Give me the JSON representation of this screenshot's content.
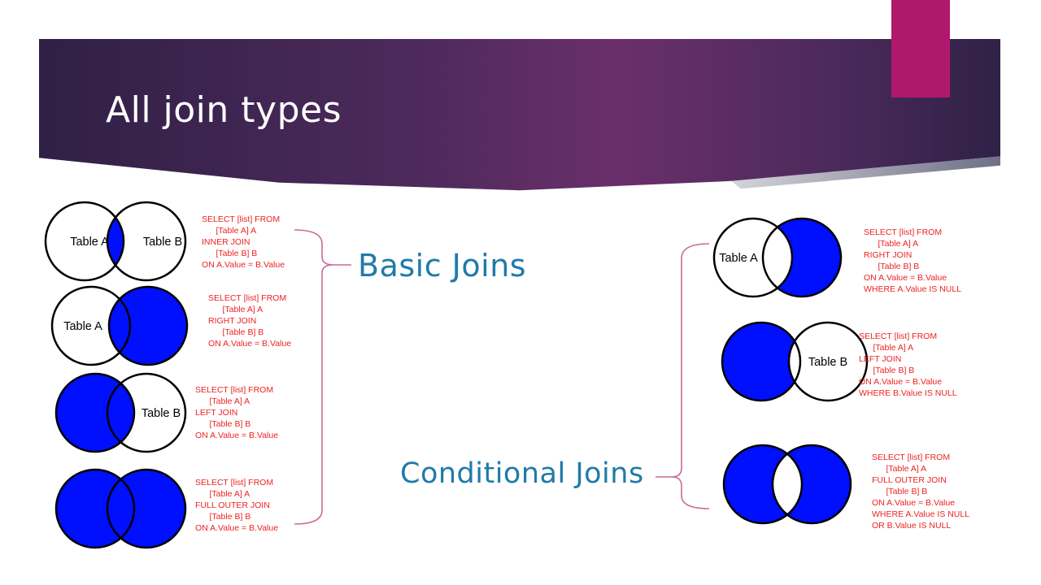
{
  "slide": {
    "title": "All join types",
    "colors": {
      "banner": "#4e2a5c",
      "accent": "#b0186e",
      "fill": "#0010ff",
      "sql_text": "#ee2222",
      "label_text": "#1f7ba8",
      "bracket": "#c86a9a"
    }
  },
  "groups": {
    "basic": "Basic Joins",
    "conditional": "Conditional Joins"
  },
  "venn_labels": {
    "a": "Table A",
    "b": "Table B"
  },
  "joins": [
    {
      "id": "inner",
      "fill": "intersection",
      "sql": "SELECT [list] FROM\n      [Table A] A\nINNER JOIN\n      [Table B] B\nON A.Value = B.Value"
    },
    {
      "id": "right",
      "fill": "b",
      "sql": "SELECT [list] FROM\n      [Table A] A\nRIGHT JOIN\n      [Table B] B\nON A.Value = B.Value"
    },
    {
      "id": "left",
      "fill": "a",
      "sql": "SELECT [list] FROM\n      [Table A] A\nLEFT JOIN\n      [Table B] B\nON A.Value = B.Value"
    },
    {
      "id": "full",
      "fill": "both",
      "sql": "SELECT [list] FROM\n      [Table A] A\nFULL OUTER JOIN\n      [Table B] B\nON A.Value = B.Value"
    },
    {
      "id": "right-excl",
      "fill": "b-only",
      "sql": "SELECT [list] FROM\n      [Table A] A\nRIGHT JOIN\n      [Table B] B\nON A.Value = B.Value\nWHERE A.Value IS NULL"
    },
    {
      "id": "left-excl",
      "fill": "a-only",
      "sql": "SELECT [list] FROM\n      [Table A] A\nLEFT JOIN\n      [Table B] B\nON A.Value = B.Value\nWHERE B.Value IS NULL"
    },
    {
      "id": "full-excl",
      "fill": "both-excl",
      "sql": "SELECT [list] FROM\n      [Table A] A\nFULL OUTER JOIN\n      [Table B] B\nON A.Value = B.Value\nWHERE A.Value IS NULL\nOR B.Value IS NULL"
    }
  ]
}
